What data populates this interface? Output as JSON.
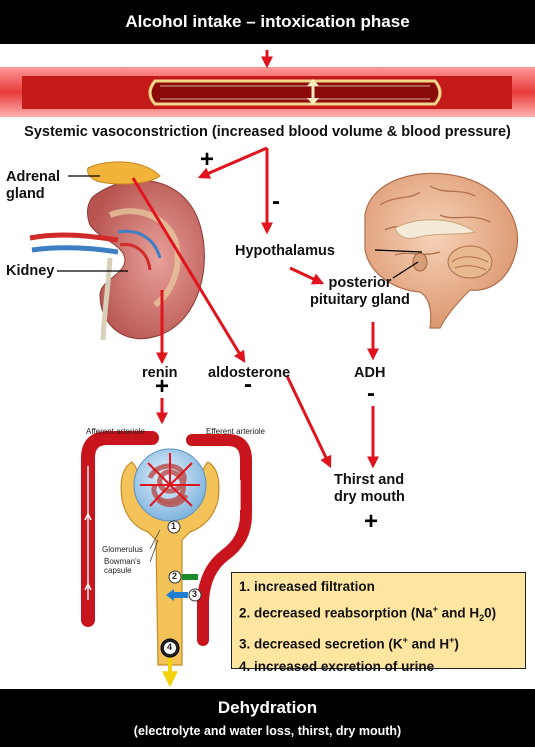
{
  "title": "Alcohol intake – intoxication phase",
  "vasoconstriction_caption": "Systemic vasoconstriction (increased blood volume & blood pressure)",
  "labels": {
    "adrenal_gland": [
      "Adrenal",
      "gland"
    ],
    "kidney": "Kidney",
    "hypothalamus": "Hypothalamus",
    "posterior_pituitary": [
      "posterior",
      "pituitary gland"
    ],
    "renin": "renin",
    "aldosterone": "aldosterone",
    "adh": "ADH",
    "thirst": [
      "Thirst and",
      "dry mouth"
    ]
  },
  "signs": {
    "plus": "+",
    "minus": "-"
  },
  "nephron_labels": {
    "afferent": "Afferent arteriole",
    "efferent": "Efferent arteriole",
    "glomerulus": "Glomerulus",
    "bowmans": [
      "Bowman's",
      "capsule"
    ],
    "markers": [
      "1",
      "2",
      "3",
      "4"
    ]
  },
  "legend": [
    {
      "num": "1.",
      "text": "increased filtration"
    },
    {
      "num": "2.",
      "pre": "decreased reabsorption (Na",
      "sup1": "+",
      "mid": " and H",
      "sub1": "2",
      "post": "0)"
    },
    {
      "num": "3.",
      "pre": "decreased secretion (K",
      "sup1": "+",
      "mid": " and H",
      "sup2": "+",
      "post": ")"
    },
    {
      "num": "4.",
      "text": "increased excretion of urine"
    }
  ],
  "outcome": {
    "title": "Dehydration",
    "subtitle": "(electrolyte and water loss, thirst, dry mouth)"
  },
  "colors": {
    "arrow": "#e0141c",
    "banner": "#000000",
    "legend_bg": "#ffe6a0",
    "vessel": "#c8141c",
    "tubule": "#f3c35a",
    "green_arrow": "#1e8a2e",
    "blue_arrow": "#1e7fd0",
    "yellow_arrow": "#f2d20a"
  }
}
